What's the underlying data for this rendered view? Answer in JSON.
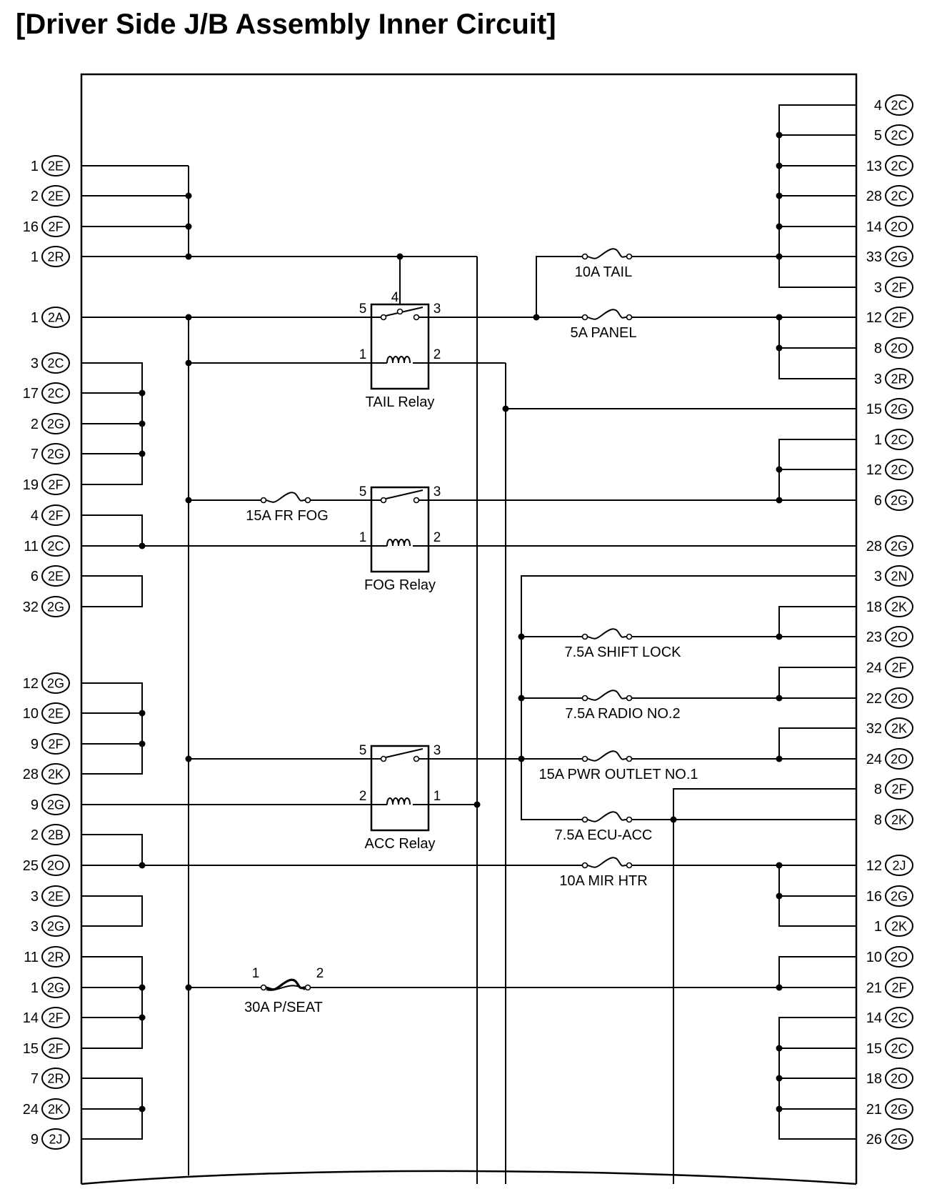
{
  "title": "[Driver Side J/B Assembly Inner Circuit]",
  "left_terminals": [
    {
      "pin": "1",
      "conn": "2E"
    },
    {
      "pin": "2",
      "conn": "2E"
    },
    {
      "pin": "16",
      "conn": "2F"
    },
    {
      "pin": "1",
      "conn": "2R"
    },
    {
      "pin": "1",
      "conn": "2A"
    },
    {
      "pin": "3",
      "conn": "2C"
    },
    {
      "pin": "17",
      "conn": "2C"
    },
    {
      "pin": "2",
      "conn": "2G"
    },
    {
      "pin": "7",
      "conn": "2G"
    },
    {
      "pin": "19",
      "conn": "2F"
    },
    {
      "pin": "4",
      "conn": "2F"
    },
    {
      "pin": "11",
      "conn": "2C"
    },
    {
      "pin": "6",
      "conn": "2E"
    },
    {
      "pin": "32",
      "conn": "2G"
    },
    {
      "pin": "12",
      "conn": "2G"
    },
    {
      "pin": "10",
      "conn": "2E"
    },
    {
      "pin": "9",
      "conn": "2F"
    },
    {
      "pin": "28",
      "conn": "2K"
    },
    {
      "pin": "9",
      "conn": "2G"
    },
    {
      "pin": "2",
      "conn": "2B"
    },
    {
      "pin": "25",
      "conn": "2O"
    },
    {
      "pin": "3",
      "conn": "2E"
    },
    {
      "pin": "3",
      "conn": "2G"
    },
    {
      "pin": "11",
      "conn": "2R"
    },
    {
      "pin": "1",
      "conn": "2G"
    },
    {
      "pin": "14",
      "conn": "2F"
    },
    {
      "pin": "15",
      "conn": "2F"
    },
    {
      "pin": "7",
      "conn": "2R"
    },
    {
      "pin": "24",
      "conn": "2K"
    },
    {
      "pin": "9",
      "conn": "2J"
    }
  ],
  "right_terminals": [
    {
      "pin": "4",
      "conn": "2C"
    },
    {
      "pin": "5",
      "conn": "2C"
    },
    {
      "pin": "13",
      "conn": "2C"
    },
    {
      "pin": "28",
      "conn": "2C"
    },
    {
      "pin": "14",
      "conn": "2O"
    },
    {
      "pin": "33",
      "conn": "2G"
    },
    {
      "pin": "3",
      "conn": "2F"
    },
    {
      "pin": "12",
      "conn": "2F"
    },
    {
      "pin": "8",
      "conn": "2O"
    },
    {
      "pin": "3",
      "conn": "2R"
    },
    {
      "pin": "15",
      "conn": "2G"
    },
    {
      "pin": "1",
      "conn": "2C"
    },
    {
      "pin": "12",
      "conn": "2C"
    },
    {
      "pin": "6",
      "conn": "2G"
    },
    {
      "pin": "28",
      "conn": "2G"
    },
    {
      "pin": "3",
      "conn": "2N"
    },
    {
      "pin": "18",
      "conn": "2K"
    },
    {
      "pin": "23",
      "conn": "2O"
    },
    {
      "pin": "24",
      "conn": "2F"
    },
    {
      "pin": "22",
      "conn": "2O"
    },
    {
      "pin": "32",
      "conn": "2K"
    },
    {
      "pin": "24",
      "conn": "2O"
    },
    {
      "pin": "8",
      "conn": "2F"
    },
    {
      "pin": "8",
      "conn": "2K"
    },
    {
      "pin": "12",
      "conn": "2J"
    },
    {
      "pin": "16",
      "conn": "2G"
    },
    {
      "pin": "1",
      "conn": "2K"
    },
    {
      "pin": "10",
      "conn": "2O"
    },
    {
      "pin": "21",
      "conn": "2F"
    },
    {
      "pin": "14",
      "conn": "2C"
    },
    {
      "pin": "15",
      "conn": "2C"
    },
    {
      "pin": "18",
      "conn": "2O"
    },
    {
      "pin": "21",
      "conn": "2G"
    },
    {
      "pin": "26",
      "conn": "2G"
    }
  ],
  "fuses": [
    {
      "label": "10A TAIL"
    },
    {
      "label": "5A PANEL"
    },
    {
      "label": "15A FR FOG"
    },
    {
      "label": "7.5A SHIFT LOCK"
    },
    {
      "label": "7.5A RADIO NO.2"
    },
    {
      "label": "15A PWR OUTLET NO.1"
    },
    {
      "label": "7.5A ECU-ACC"
    },
    {
      "label": "10A MIR HTR"
    },
    {
      "label": "30A P/SEAT",
      "pin_a": "1",
      "pin_b": "2"
    }
  ],
  "relays": [
    {
      "label": "TAIL Relay",
      "pins": [
        "5",
        "3",
        "1",
        "2",
        "4"
      ]
    },
    {
      "label": "FOG Relay",
      "pins": [
        "5",
        "3",
        "1",
        "2"
      ]
    },
    {
      "label": "ACC Relay",
      "pins": [
        "5",
        "3",
        "2",
        "1"
      ]
    }
  ]
}
